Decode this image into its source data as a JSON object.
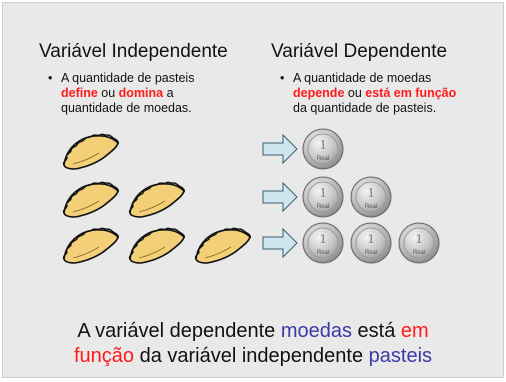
{
  "left": {
    "heading": "Variável Independente",
    "bullet_mark": "•",
    "line1": "A quantidade de pasteis",
    "line2_part1": "define",
    "line2_part2": " ou ",
    "line2_part3": "domina",
    "line2_part4": " a",
    "line3": "quantidade de moedas."
  },
  "right": {
    "heading": "Variável Dependente",
    "bullet_mark": "•",
    "line1": "A quantidade de moedas",
    "line2_part1": "depende",
    "line2_part2": " ou ",
    "line2_part3": "está em função",
    "line3": "da quantidade de pasteis."
  },
  "coin": {
    "numeral": "1",
    "label": "Real"
  },
  "rows": [
    {
      "pasteis": 1,
      "moedas": 1
    },
    {
      "pasteis": 2,
      "moedas": 2
    },
    {
      "pasteis": 3,
      "moedas": 3
    }
  ],
  "conclusion": {
    "p1": "A variável dependente ",
    "p2": "moedas",
    "p3": " está ",
    "p4": "em",
    "p5": "função",
    "p6": " da variável independente ",
    "p7": "pasteis"
  },
  "colors": {
    "emphasis": "#ff1a1a",
    "variable": "#3b3ba6",
    "pastel": "#f3d078",
    "arrow": "#cfe6ee"
  }
}
